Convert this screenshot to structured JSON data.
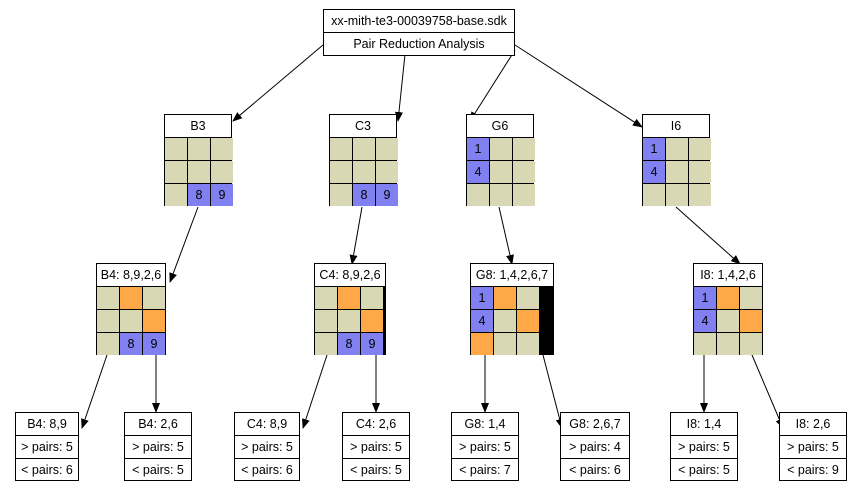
{
  "root": {
    "title": "xx-mith-te3-00039758-base.sdk",
    "subtitle": "Pair Reduction Analysis"
  },
  "colors": {
    "cell": "#d9d8b5",
    "blue": "#8080f0",
    "orange": "#ffa848"
  },
  "units": [
    {
      "id": "B3",
      "label": "B3",
      "cells": [
        "",
        "",
        "",
        "",
        "",
        "",
        "",
        "8",
        "9"
      ],
      "colors": [
        "n",
        "n",
        "n",
        "n",
        "n",
        "n",
        "n",
        "b",
        "b"
      ]
    },
    {
      "id": "C3",
      "label": "C3",
      "cells": [
        "",
        "",
        "",
        "",
        "",
        "",
        "",
        "8",
        "9"
      ],
      "colors": [
        "n",
        "n",
        "n",
        "n",
        "n",
        "n",
        "n",
        "b",
        "b"
      ]
    },
    {
      "id": "G6",
      "label": "G6",
      "cells": [
        "1",
        "",
        "",
        "4",
        "",
        "",
        "",
        "",
        ""
      ],
      "colors": [
        "b",
        "n",
        "n",
        "b",
        "n",
        "n",
        "n",
        "n",
        "n"
      ]
    },
    {
      "id": "I6",
      "label": "I6",
      "cells": [
        "1",
        "",
        "",
        "4",
        "",
        "",
        "",
        "",
        ""
      ],
      "colors": [
        "b",
        "n",
        "n",
        "b",
        "n",
        "n",
        "n",
        "n",
        "n"
      ]
    }
  ],
  "chains": [
    {
      "id": "B4",
      "label": "B4: 8,9,2,6",
      "cells": [
        "",
        "",
        "",
        "",
        "",
        "",
        "",
        "8",
        "9"
      ],
      "colors": [
        "n",
        "o",
        "n",
        "n",
        "n",
        "o",
        "n",
        "b",
        "b"
      ]
    },
    {
      "id": "C4",
      "label": "C4: 8,9,2,6",
      "cells": [
        "",
        "",
        "",
        "",
        "",
        "",
        "",
        "8",
        "9"
      ],
      "colors": [
        "n",
        "o",
        "n",
        "n",
        "n",
        "o",
        "n",
        "b",
        "b"
      ]
    },
    {
      "id": "G8",
      "label": "G8: 1,4,2,6,7",
      "cells": [
        "1",
        "",
        "",
        "4",
        "",
        "",
        "",
        "",
        ""
      ],
      "colors": [
        "b",
        "o",
        "n",
        "b",
        "n",
        "o",
        "o",
        "n",
        "n"
      ]
    },
    {
      "id": "I8",
      "label": "I8: 1,4,2,6",
      "cells": [
        "1",
        "",
        "",
        "4",
        "",
        "",
        "",
        "",
        ""
      ],
      "colors": [
        "b",
        "o",
        "n",
        "b",
        "n",
        "o",
        "n",
        "n",
        "n"
      ]
    }
  ],
  "leaves": [
    {
      "id": "B4a",
      "label": "B4: 8,9",
      "more": "> pairs: 5",
      "less": "< pairs: 6"
    },
    {
      "id": "B4b",
      "label": "B4: 2,6",
      "more": "> pairs: 5",
      "less": "< pairs: 5"
    },
    {
      "id": "C4a",
      "label": "C4: 8,9",
      "more": "> pairs: 5",
      "less": "< pairs: 6"
    },
    {
      "id": "C4b",
      "label": "C4: 2,6",
      "more": "> pairs: 5",
      "less": "< pairs: 5"
    },
    {
      "id": "G8a",
      "label": "G8: 1,4",
      "more": "> pairs: 5",
      "less": "< pairs: 7"
    },
    {
      "id": "G8b",
      "label": "G8: 2,6,7",
      "more": "> pairs: 4",
      "less": "< pairs: 6"
    },
    {
      "id": "I8a",
      "label": "I8: 1,4",
      "more": "> pairs: 5",
      "less": "< pairs: 5"
    },
    {
      "id": "I8b",
      "label": "I8: 2,6",
      "more": "> pairs: 5",
      "less": "< pairs: 9"
    }
  ]
}
